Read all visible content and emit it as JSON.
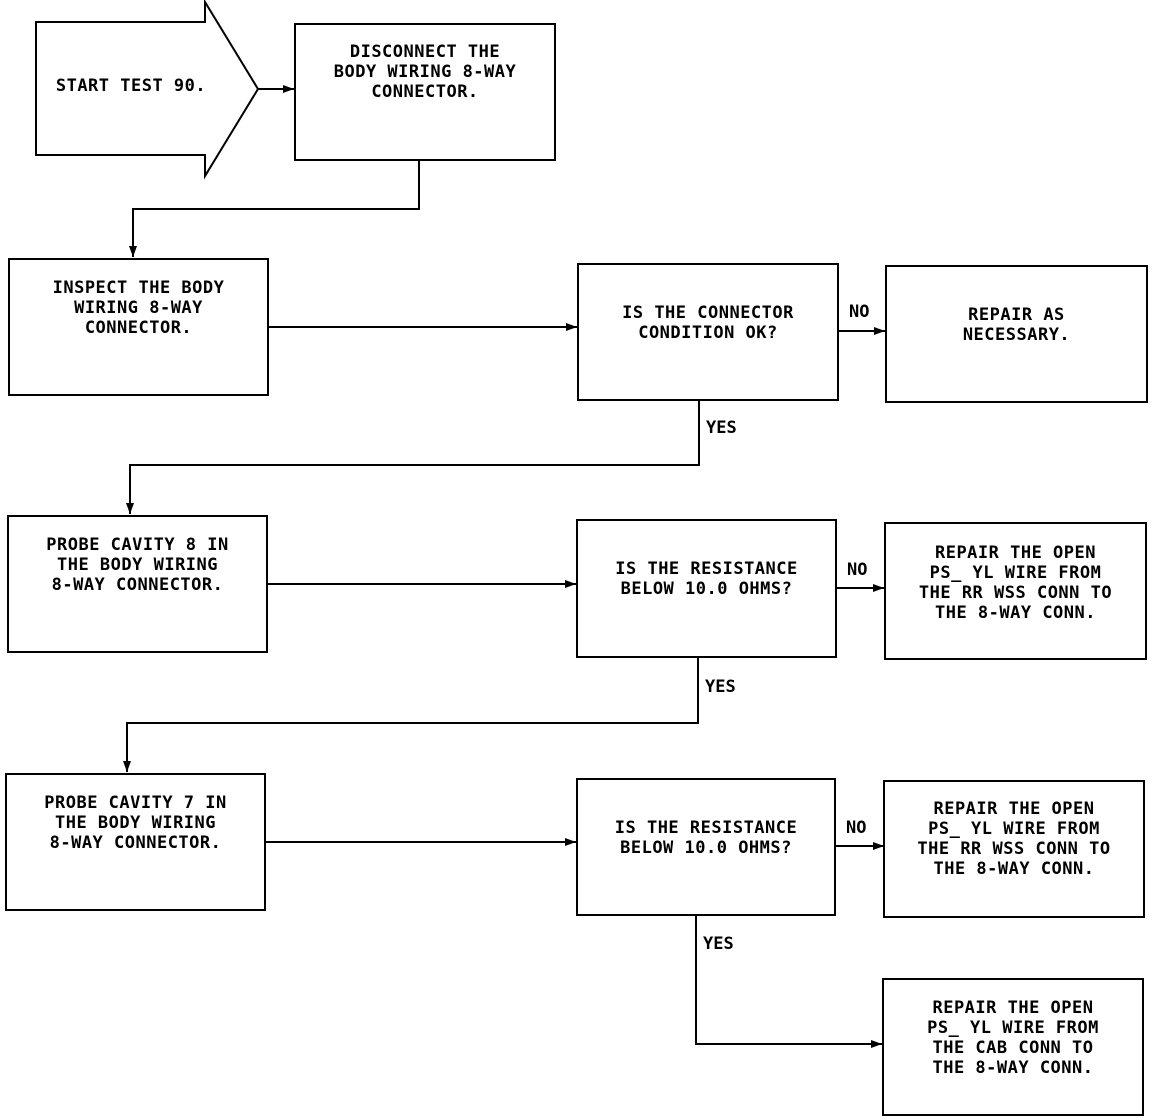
{
  "start": {
    "label": "START TEST 90."
  },
  "boxes": {
    "disconnect": "DISCONNECT THE\nBODY WIRING 8-WAY\nCONNECTOR.",
    "inspect": "INSPECT THE BODY\nWIRING 8-WAY\nCONNECTOR.",
    "connector_ok": "IS THE CONNECTOR\nCONDITION OK?",
    "repair_necessary": "REPAIR AS\nNECESSARY.",
    "probe8": "PROBE CAVITY 8 IN\nTHE BODY WIRING\n8-WAY CONNECTOR.",
    "resistance1": "IS THE RESISTANCE\nBELOW 10.0 OHMS?",
    "repair_open1": "REPAIR THE OPEN\nPS_ YL WIRE FROM\nTHE RR WSS CONN TO\nTHE 8-WAY CONN.",
    "probe7": "PROBE CAVITY 7 IN\nTHE BODY WIRING\n8-WAY CONNECTOR.",
    "resistance2": "IS THE RESISTANCE\nBELOW 10.0 OHMS?",
    "repair_open2": "REPAIR THE OPEN\nPS_ YL WIRE FROM\nTHE RR WSS CONN TO\nTHE 8-WAY CONN.",
    "repair_open3": "REPAIR THE OPEN\nPS_ YL WIRE FROM\nTHE CAB CONN TO\nTHE 8-WAY CONN."
  },
  "labels": {
    "no1": "NO",
    "yes1": "YES",
    "no2": "NO",
    "yes2": "YES",
    "no3": "NO",
    "yes3": "YES"
  }
}
